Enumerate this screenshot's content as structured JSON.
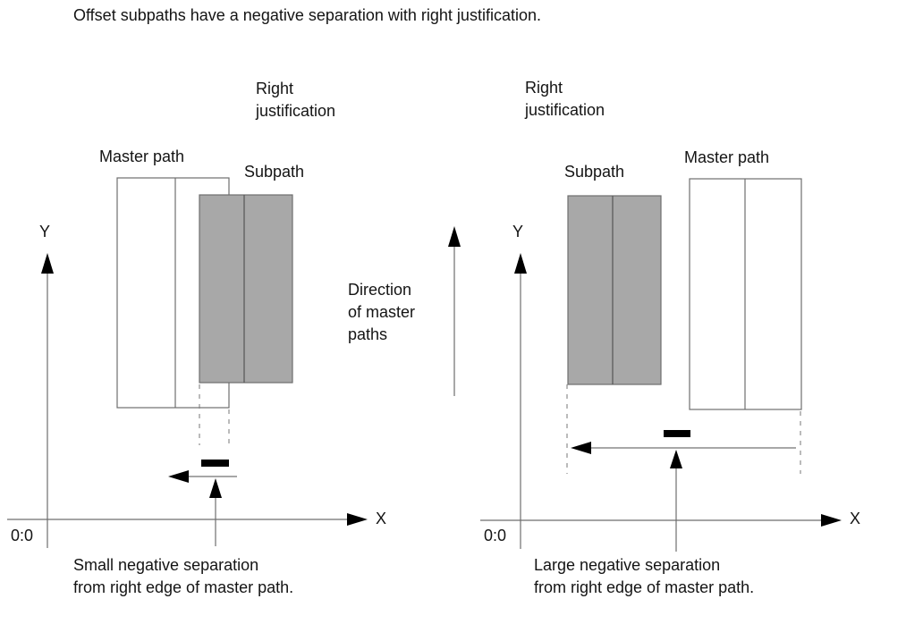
{
  "title": "Offset subpaths have a negative separation with right justification.",
  "direction_label": "Direction\nof master\npaths",
  "colors": {
    "subpath_fill": "#a8a8a8",
    "line": "#6e6e6e",
    "arrow": "#000000"
  },
  "left_diagram": {
    "justification_label": "Right\njustification",
    "master_path_label": "Master path",
    "subpath_label": "Subpath",
    "y_axis_label": "Y",
    "x_axis_label": "X",
    "origin_label": "0:0",
    "separation_sign": "negative",
    "separation_magnitude": "small",
    "caption": "Small negative separation\nfrom right edge of master path."
  },
  "right_diagram": {
    "justification_label": "Right\njustification",
    "master_path_label": "Master path",
    "subpath_label": "Subpath",
    "y_axis_label": "Y",
    "x_axis_label": "X",
    "origin_label": "0:0",
    "separation_sign": "negative",
    "separation_magnitude": "large",
    "caption": "Large negative separation\nfrom right edge of master path."
  }
}
